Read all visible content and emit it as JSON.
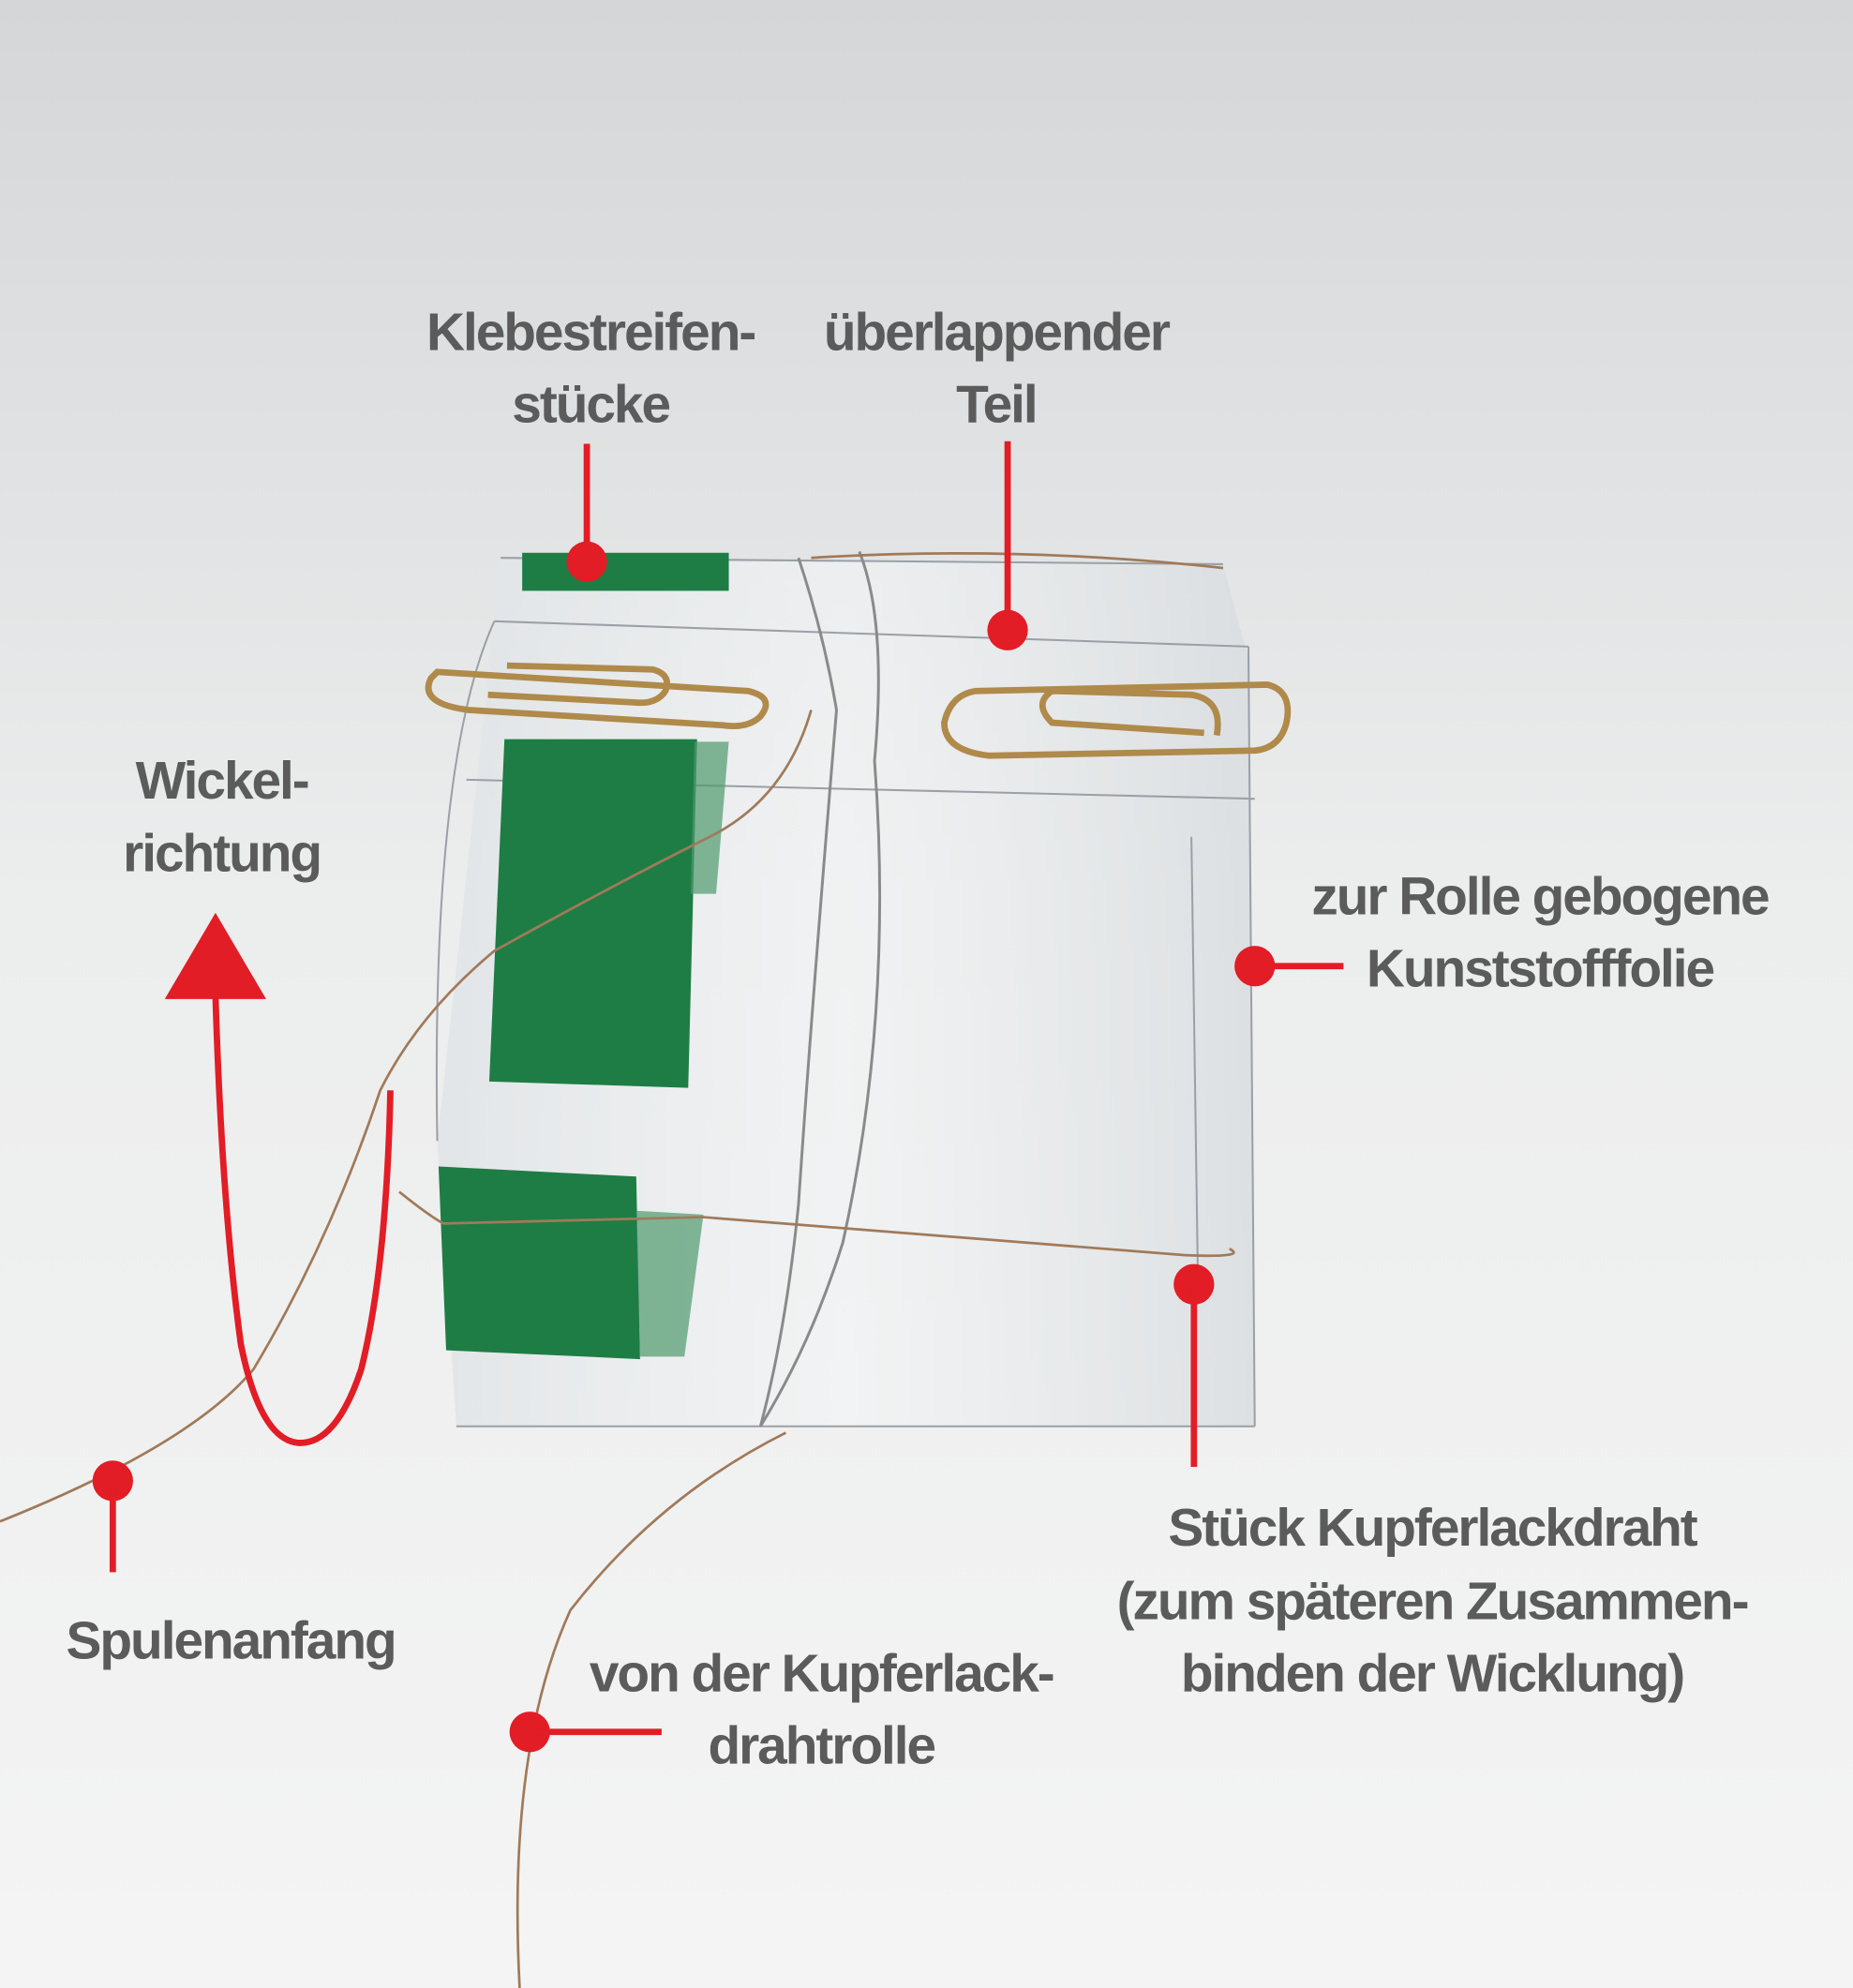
{
  "labels": {
    "tape_pieces": [
      "Klebestreifen-",
      "stücke"
    ],
    "overlapping_part": [
      "überlappender",
      "Teil"
    ],
    "winding_direction": [
      "Wickel-",
      "richtung"
    ],
    "plastic_film": [
      "zur Rolle gebogene",
      "Kunststofffolie"
    ],
    "coil_start": [
      "Spulenanfang"
    ],
    "from_wire_reel": [
      "von der Kupferlack-",
      "drahtrolle"
    ],
    "wire_piece": [
      "Stück Kupferlackdraht",
      "(zum späteren Zusammen-",
      "binden der Wicklung)"
    ]
  },
  "colors": {
    "annotation": "#e21d26",
    "label_text": "#5b5b5b",
    "tape": "#1e7d45"
  }
}
